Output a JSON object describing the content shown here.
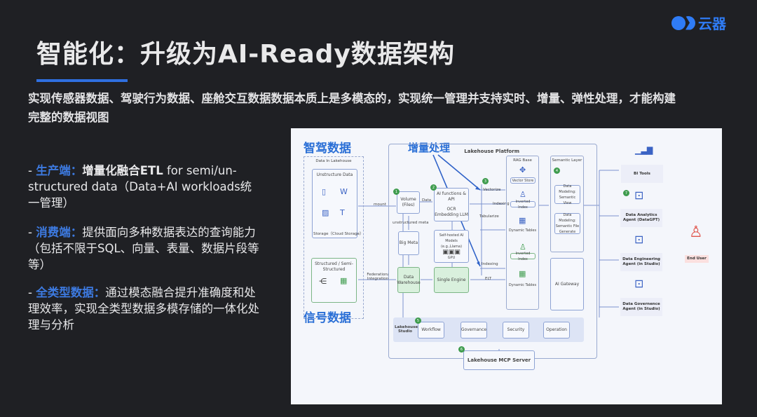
{
  "slide": {
    "title": "智能化：升级为AI-Ready数据架构",
    "logo_text": "云器",
    "intro": "实现传感器数据、驾驶行为数据、座舱交互数据数据本质上是多模态的，实现统一管理并支持实时、增量、弹性处理，才能构建完整的数据视图",
    "bullets": [
      {
        "key": "生产端：",
        "bold": "增量化融合ETL",
        "text": " for semi/un-structured data（Data+AI workloads统一管理）"
      },
      {
        "key": "消费端：",
        "bold": "",
        "text": "提供面向多种数据表达的查询能力（包括不限于SQL、向量、表量、数据片段等等）"
      },
      {
        "key": "全类型数据：",
        "bold": "",
        "text": "通过模态融合提升准确度和处理效率，实现全类型数据多模存储的一体化处理与分析"
      }
    ]
  },
  "diagram": {
    "highlight_top": "智驾数据",
    "highlight_bottom": "信号数据",
    "highlight_incremental": "增量处理",
    "data_in_lakehouse": "Data In Lakehouse",
    "unstructure": "Unstructure Data",
    "storage": "Storage（Cloud Storage）",
    "structured": "Structured / Semi-Structured",
    "mount": "mount",
    "federation": "Federation/ Integration",
    "platform": "Lakehouse Platform",
    "volume": "Volume (Files)",
    "data": "Data",
    "unstructured_meta": "unstructured meta",
    "big_meta": "Big Meta",
    "warehouse": "Data Warehouse",
    "ai_functions": "AI functions & API",
    "ocr": "OCR Embedding LLM",
    "self_hosted": "Self-hosted AI Models (e.g.,Llama)",
    "gpu": "GPU",
    "single_engine": "Single Engine",
    "vectorize": "Vectorize",
    "indexing1": "Indexing",
    "tabularize": "Tabularize",
    "indexing2": "Indexing",
    "elt": "ELT",
    "rag": "RAG Base",
    "vector_store": "Vector Store",
    "inverted1": "Inverted Index",
    "dynamic1": "Dynamic Tables",
    "inverted2": "Inverted Index",
    "dynamic2": "Dynamic Tables",
    "semantic": "Semantic Layer",
    "sem_view": "Data Modeling: Semantic View",
    "sem_file": "Data Modeling: Semantic File Generate",
    "ai_gateway": "AI Gateway",
    "studio": "Lakehouse Studio",
    "studio_items": [
      "Workflow",
      "Governance",
      "Security",
      "Operation"
    ],
    "mcp": "Lakehouse MCP Server",
    "bi": "BI Tools",
    "analytics": "Data Analytics Agent (DataGPT)",
    "engineering": "Data Engineering Agent (in Studio)",
    "governance": "Data Governence Agent (in Studio)",
    "end_user": "End User",
    "steps": [
      "1",
      "2",
      "3",
      "4",
      "5",
      "6",
      "7"
    ],
    "colors": {
      "accent": "#2a6fd6",
      "green": "#3f9c4e",
      "user": "#e0544b"
    }
  }
}
